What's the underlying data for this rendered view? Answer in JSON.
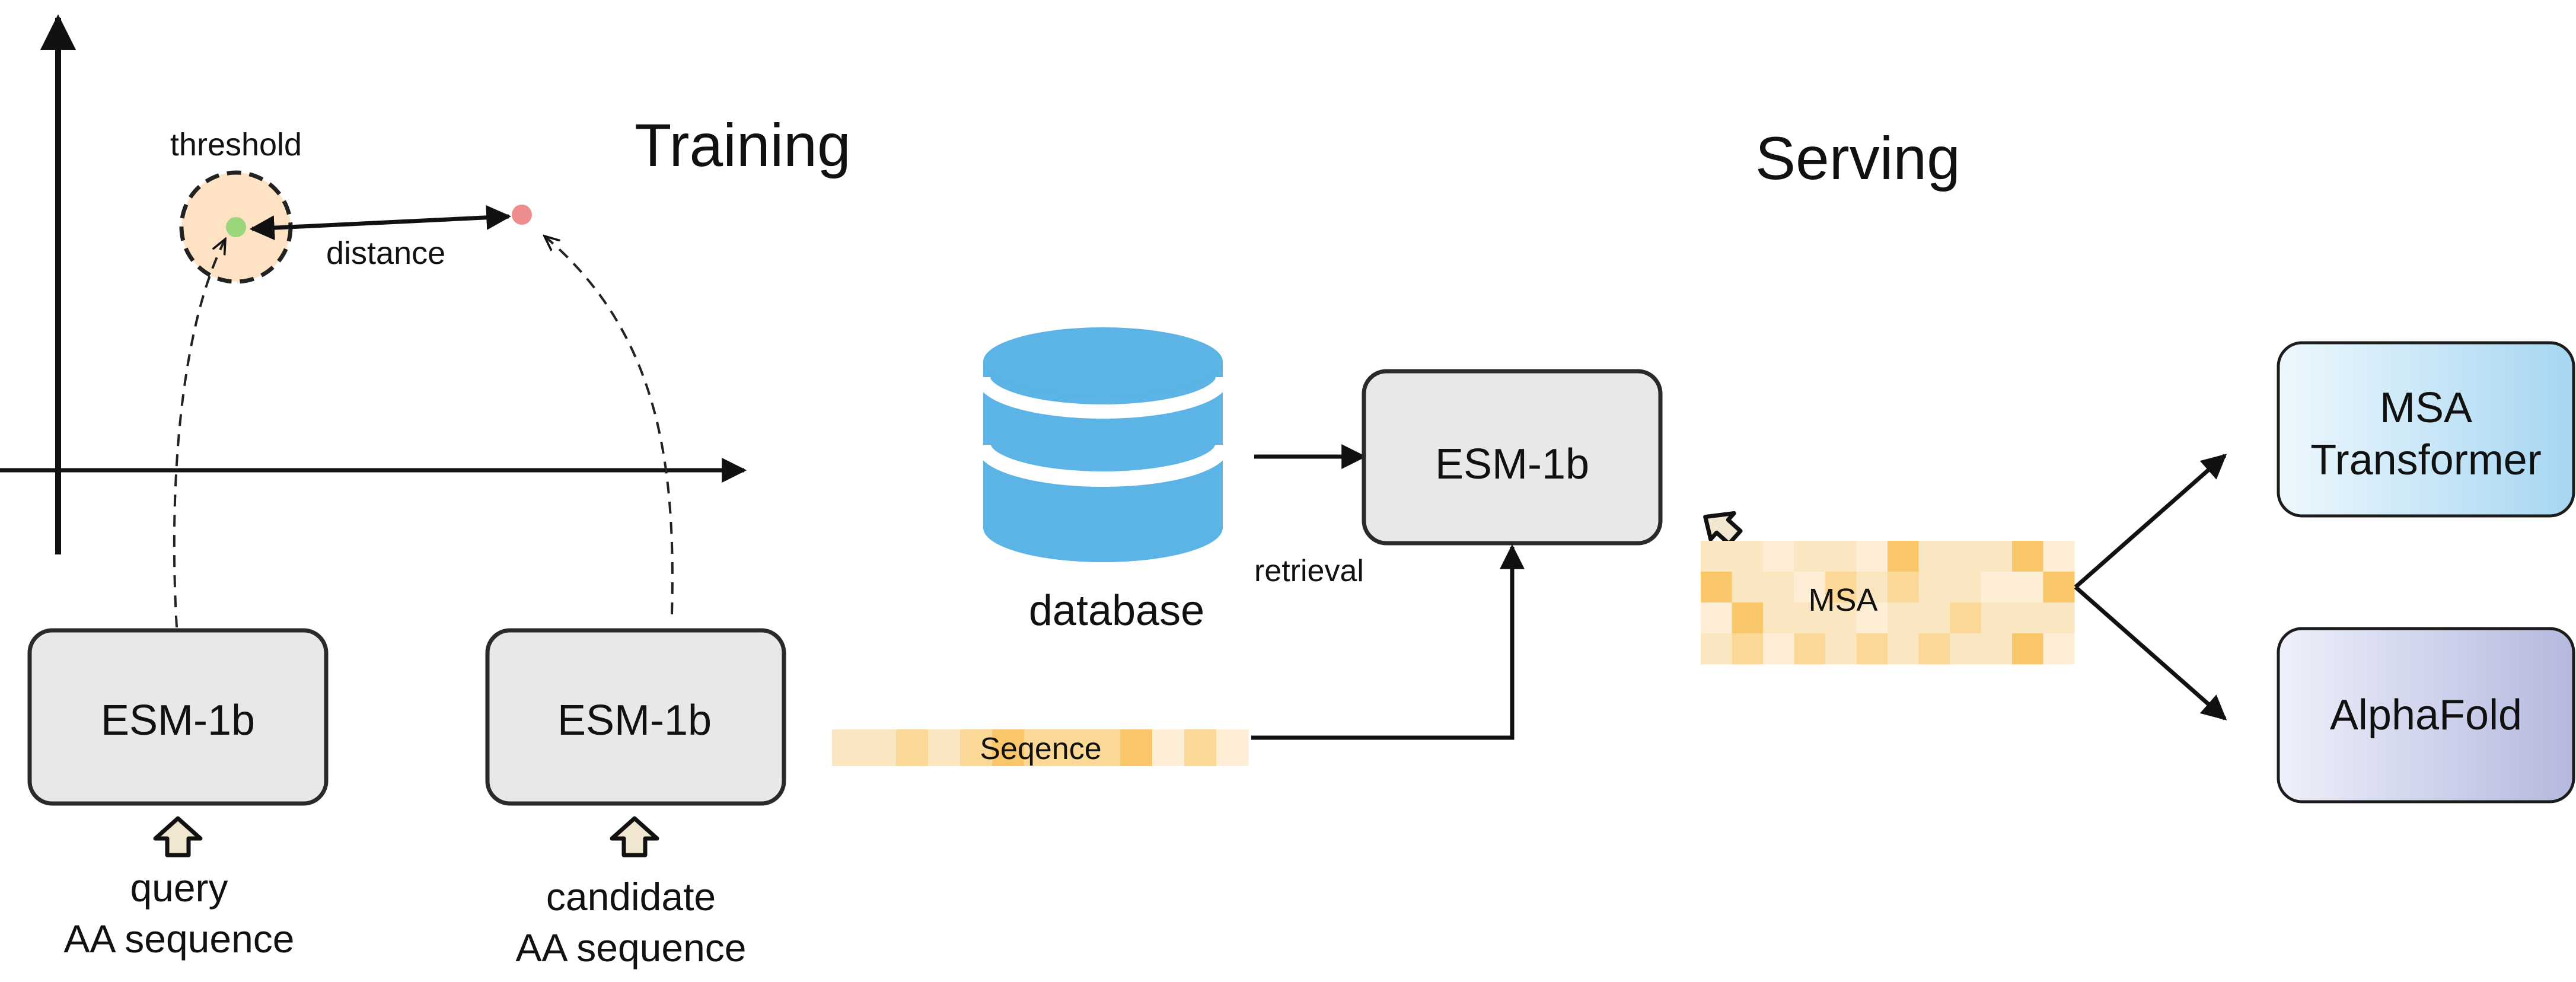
{
  "training": {
    "title": "Training",
    "threshold_label": "threshold",
    "distance_label": "distance",
    "encoders": [
      {
        "label": "ESM-1b",
        "input_lines": [
          "query",
          "AA sequence"
        ]
      },
      {
        "label": "ESM-1b",
        "input_lines": [
          "candidate",
          "AA sequence"
        ]
      }
    ]
  },
  "serving": {
    "title": "Serving",
    "database_label": "database",
    "retrieval_label": "retrieval",
    "encoder_label": "ESM-1b",
    "sequence_label": "Seqence",
    "msa_label": "MSA",
    "outputs": [
      {
        "lines": [
          "MSA",
          "Transformer"
        ]
      },
      {
        "lines": [
          "AlphaFold"
        ]
      }
    ]
  },
  "colors": {
    "box_fill": "#e8e8e8",
    "box_stroke": "#2a2a2a",
    "database": "#5bb3e6",
    "threshold_fill": "#fde3c4",
    "point_query": "#9ad67a",
    "point_candidate": "#ec8c8c",
    "msa_transformer_gradient": [
      "#eef8fd",
      "#a6d6f2"
    ],
    "alphafold_gradient": [
      "#eef0fa",
      "#b4b9de"
    ],
    "heat_palette": [
      "#fbe6c2",
      "#fcd896",
      "#f9c76a",
      "#fdeed5"
    ]
  }
}
